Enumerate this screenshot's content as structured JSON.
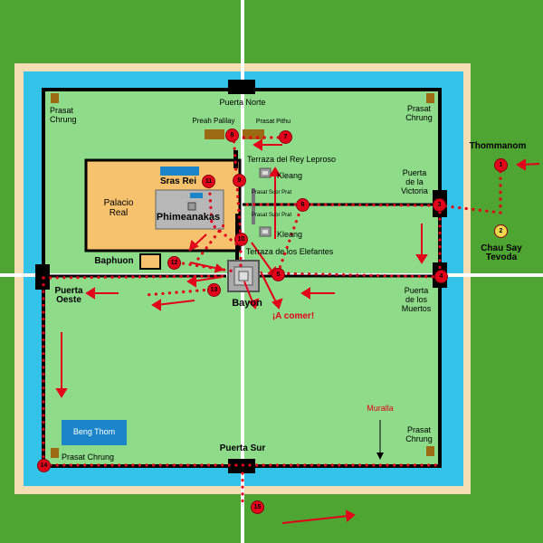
{
  "colors": {
    "grass": "#4fa532",
    "moat": "#33c3e8",
    "inner_park": "#8edc8a",
    "wall": "#000000",
    "palace": "#f6c26e",
    "route": "#e2001a",
    "frame": "#f5deb3",
    "temple": "#9b6a12",
    "pool": "#1a86c9"
  },
  "labels": {
    "puerta_norte": "Puerta Norte",
    "puerta_sur": "Puerta Sur",
    "puerta_oeste": "Puerta\nOeste",
    "puerta_victoria": "Puerta\nde la\nVictoria",
    "puerta_muertos": "Puerta\nde los\nMuertos",
    "prasat_chrung_nw": "Prasat\nChrung",
    "prasat_chrung_ne": "Prasat\nChrung",
    "prasat_chrung_se": "Prasat\nChrung",
    "prasat_chrung_sw": "Prasat Chrung",
    "thommanom": "Thommanom",
    "chau_say_tevoda": "Chau Say\nTevoda",
    "preah_palilay": "Preah Palilay",
    "prasat_pithu": "Prasat Pithu",
    "terraza_rey_leproso": "Terraza del Rey Leproso",
    "kleang_north": "Kleang",
    "kleang_south": "Kleang",
    "suor_prat_1": "Prasat Suor Prat",
    "suor_prat_2": "Prasat Suor Prat",
    "sras_rei": "Sras Rei",
    "palacio_real": "Palacio\nReal",
    "phimeanakas": "Phimeanakas",
    "terraza_elefantes": "Terraza de los Elefantes",
    "baphuon": "Baphuon",
    "bayon": "Bayon",
    "a_comer": "¡A comer!",
    "muralla": "Muralla",
    "beng_thom": "Beng Thom"
  },
  "stops": [
    "1",
    "2",
    "3",
    "4",
    "5",
    "6",
    "7",
    "8",
    "9",
    "10",
    "11",
    "12",
    "13",
    "14",
    "15"
  ]
}
